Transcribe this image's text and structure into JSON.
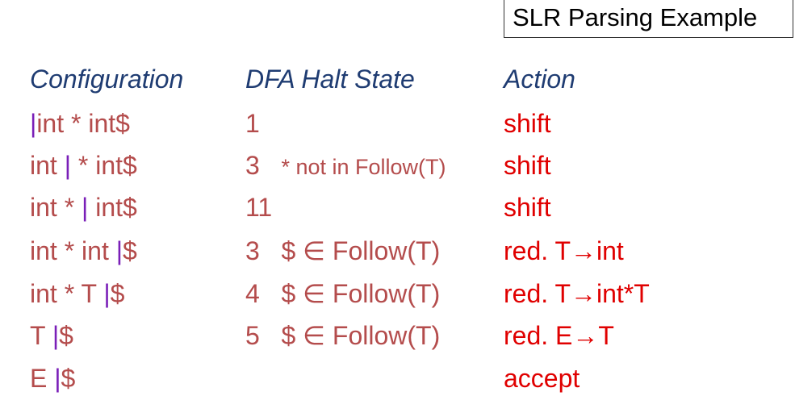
{
  "title": "SLR Parsing Example",
  "headers": {
    "configuration": "Configuration",
    "state": "DFA Halt State",
    "action": "Action"
  },
  "rows": [
    {
      "before": "",
      "bar": "|",
      "after": "int * int$",
      "state": "1",
      "follow": "",
      "action": "shift"
    },
    {
      "before": "int ",
      "bar": "|",
      "after": " * int$",
      "state": "3",
      "follow": "* not in Follow(T)",
      "action": "shift"
    },
    {
      "before": "int * ",
      "bar": "|",
      "after": " int$",
      "state": "11",
      "follow": "",
      "action": "shift"
    },
    {
      "before": "int * int ",
      "bar": "|",
      "after": "$",
      "state": "3",
      "follow": "$ ∈ Follow(T)",
      "action": "red. T→int"
    },
    {
      "before": "int * T ",
      "bar": "|",
      "after": "$",
      "state": "4",
      "follow": "$ ∈ Follow(T)",
      "action": "red. T→int*T"
    },
    {
      "before": "T ",
      "bar": "|",
      "after": "$",
      "state": "5",
      "follow": "$ ∈ Follow(T)",
      "action": "red. E→T"
    },
    {
      "before": "E ",
      "bar": "|",
      "after": "$",
      "state": "",
      "follow": "",
      "action": "accept"
    }
  ],
  "colors": {
    "header": "#1f3c72",
    "configuration": "#b44c4c",
    "cursor_bar": "#7a1fb8",
    "action": "#e00000"
  }
}
